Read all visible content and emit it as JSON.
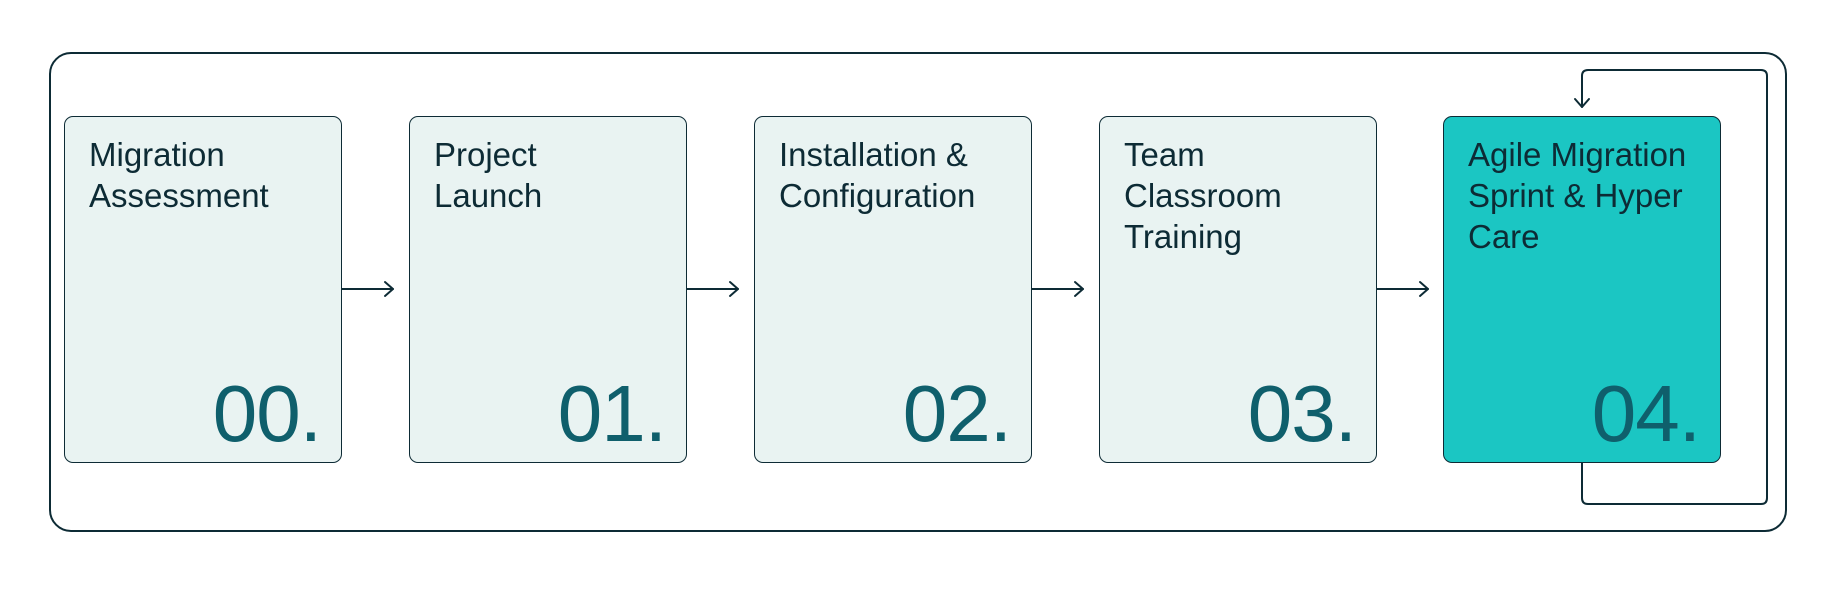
{
  "steps": [
    {
      "label": "Migration\nAssessment",
      "number": "00."
    },
    {
      "label": "Project\nLaunch",
      "number": "01."
    },
    {
      "label": "Installation &\nConfiguration",
      "number": "02."
    },
    {
      "label": "Team\nClassroom\nTraining",
      "number": "03."
    },
    {
      "label": "Agile Migration\nSprint & Hyper\nCare",
      "number": "04."
    }
  ],
  "colors": {
    "outline": "#0d2b35",
    "step_fill": "#e9f3f2",
    "active_fill": "#1bc6c3",
    "number_color": "#0f5f6c"
  }
}
